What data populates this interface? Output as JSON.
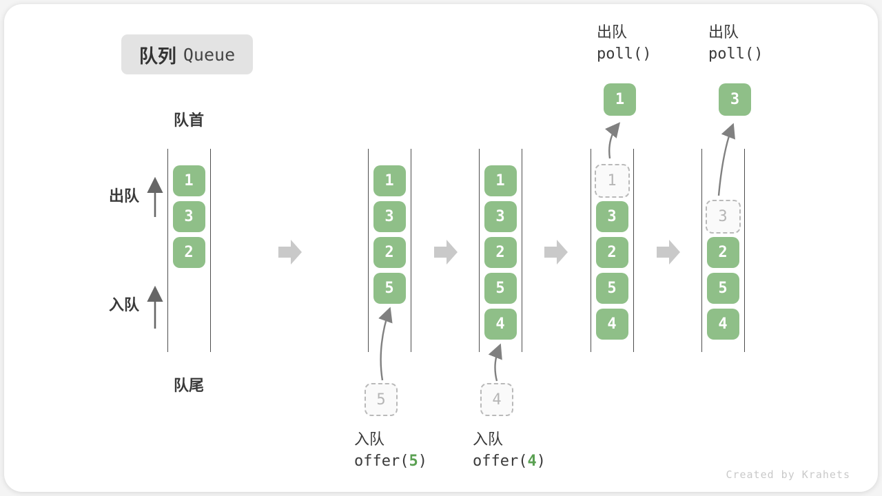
{
  "title": {
    "zh": "队列",
    "en": "Queue"
  },
  "side_labels": {
    "front": "队首",
    "rear": "队尾",
    "dequeue": "出队",
    "enqueue": "入队"
  },
  "operations": {
    "enqueue_5": {
      "action": "入队",
      "code_open": "offer(",
      "arg": "5",
      "code_close": ")"
    },
    "enqueue_4": {
      "action": "入队",
      "code_open": "offer(",
      "arg": "4",
      "code_close": ")"
    },
    "dequeue_1": {
      "action": "出队",
      "code": "poll()"
    },
    "dequeue_3": {
      "action": "出队",
      "code": "poll()"
    }
  },
  "queue_states": [
    {
      "name": "initial",
      "cells": [
        {
          "slot": 0,
          "value": "1",
          "style": "filled"
        },
        {
          "slot": 1,
          "value": "3",
          "style": "filled"
        },
        {
          "slot": 2,
          "value": "2",
          "style": "filled"
        }
      ]
    },
    {
      "name": "after-offer-5",
      "staged_value": "5",
      "cells": [
        {
          "slot": 0,
          "value": "1",
          "style": "filled"
        },
        {
          "slot": 1,
          "value": "3",
          "style": "filled"
        },
        {
          "slot": 2,
          "value": "2",
          "style": "filled"
        },
        {
          "slot": 3,
          "value": "5",
          "style": "filled"
        }
      ]
    },
    {
      "name": "after-offer-4",
      "staged_value": "4",
      "cells": [
        {
          "slot": 0,
          "value": "1",
          "style": "filled"
        },
        {
          "slot": 1,
          "value": "3",
          "style": "filled"
        },
        {
          "slot": 2,
          "value": "2",
          "style": "filled"
        },
        {
          "slot": 3,
          "value": "5",
          "style": "filled"
        },
        {
          "slot": 4,
          "value": "4",
          "style": "filled"
        }
      ]
    },
    {
      "name": "after-poll-1",
      "released_value": "1",
      "cells": [
        {
          "slot": 0,
          "value": "1",
          "style": "ghost"
        },
        {
          "slot": 1,
          "value": "3",
          "style": "filled"
        },
        {
          "slot": 2,
          "value": "2",
          "style": "filled"
        },
        {
          "slot": 3,
          "value": "5",
          "style": "filled"
        },
        {
          "slot": 4,
          "value": "4",
          "style": "filled"
        }
      ]
    },
    {
      "name": "after-poll-3",
      "released_value": "3",
      "cells": [
        {
          "slot": 1,
          "value": "3",
          "style": "ghost"
        },
        {
          "slot": 2,
          "value": "2",
          "style": "filled"
        },
        {
          "slot": 3,
          "value": "5",
          "style": "filled"
        },
        {
          "slot": 4,
          "value": "4",
          "style": "filled"
        }
      ]
    }
  ],
  "colors": {
    "cell_green": "#8fbf88",
    "accent_green": "#5aa052",
    "flow_arrow_gray": "#c9c9c9",
    "ghost_gray": "#b5b5b5",
    "label_dark": "#3a3a3a"
  },
  "watermark": "Created by Krahets"
}
